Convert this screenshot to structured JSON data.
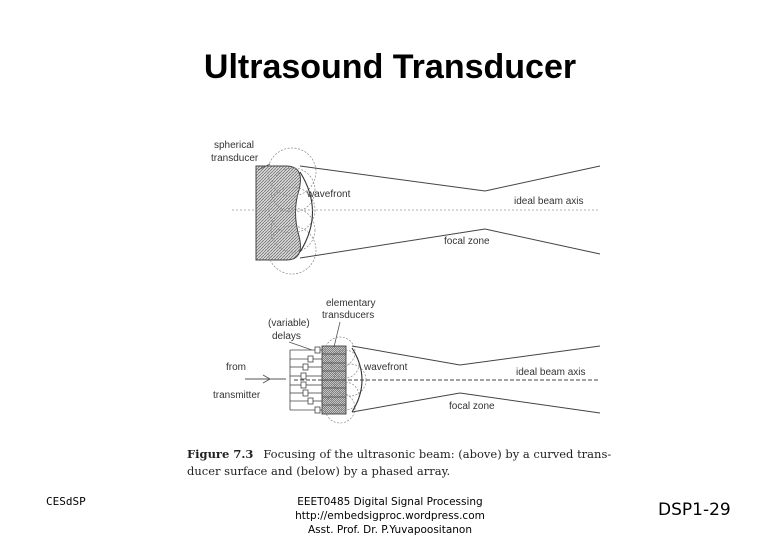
{
  "slide": {
    "title": "Ultrasound Transducer"
  },
  "figure": {
    "top_diagram": {
      "label_spherical_line1": "spherical",
      "label_spherical_line2": "transducer",
      "label_wavefront": "wavefront",
      "label_ideal_beam_axis": "ideal beam axis",
      "label_focal_zone": "focal zone"
    },
    "bottom_diagram": {
      "label_elementary_line1": "elementary",
      "label_elementary_line2": "transducers",
      "label_variable_line1": "(variable)",
      "label_variable_line2": "delays",
      "label_from": "from",
      "label_transmitter": "transmitter",
      "label_wavefront": "wavefront",
      "label_ideal_beam_axis": "ideal beam axis",
      "label_focal_zone": "focal zone"
    },
    "caption_number": "Figure 7.3",
    "caption_line1": "Focusing of the ultrasonic beam: (above) by a curved trans-",
    "caption_line2": "ducer surface and (below) by a phased array."
  },
  "footer": {
    "left": "CESdSP",
    "center_line1": "EEET0485 Digital Signal Processing",
    "center_line2": "http://embedsigproc.wordpress.com",
    "center_line3": "Asst. Prof. Dr. P.Yuvapoositanon",
    "page_number": "DSP1-29"
  }
}
